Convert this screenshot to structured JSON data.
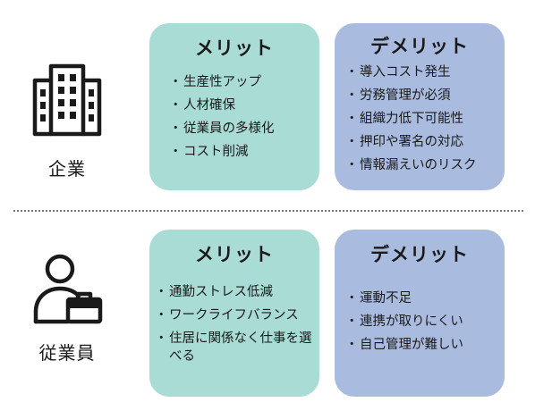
{
  "colors": {
    "merit_bg": "#a9dcd5",
    "demerit_bg": "#a9bbdf",
    "icon": "#1a1a1a",
    "divider": "#777777"
  },
  "company": {
    "label": "企業",
    "icon": "building-icon",
    "merit": {
      "title": "メリット",
      "items": [
        "生産性アップ",
        "人材確保",
        "従業員の多様化",
        "コスト削減"
      ]
    },
    "demerit": {
      "title": "デメリット",
      "items": [
        "導入コスト発生",
        "労務管理が必須",
        "組織力低下可能性",
        "押印や署名の対応",
        "情報漏えいのリスク"
      ]
    }
  },
  "employee": {
    "label": "従業員",
    "icon": "worker-icon",
    "merit": {
      "title": "メリット",
      "items": [
        "通勤ストレス低減",
        "ワークライフバランス",
        "住居に関係なく仕事を選べる"
      ]
    },
    "demerit": {
      "title": "デメリット",
      "items": [
        "運動不足",
        "連携が取りにくい",
        "自己管理が難しい"
      ]
    }
  }
}
